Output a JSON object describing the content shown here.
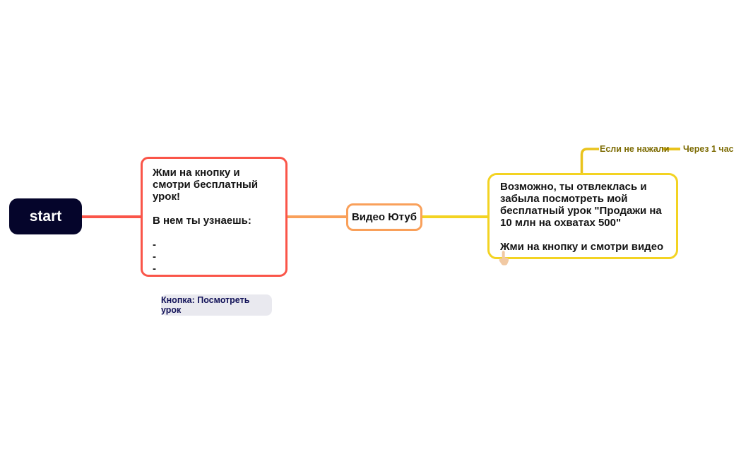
{
  "nodes": {
    "start": {
      "label": "start"
    },
    "lesson_message": {
      "text": "Жми на кнопку и смотри бесплатный урок!\n\nВ нем ты узнаешь:\n\n-\n-\n-",
      "button_label": "Кнопка: Посмотреть урок"
    },
    "video": {
      "label": "Видео Ютуб"
    },
    "reminder_message": {
      "text": "Возможно, ты отвлеклась и забыла посмотреть мой бесплатный урок \"Продажи на 10 млн на охватах 500\"\n\nЖми на кнопку и смотри видео"
    }
  },
  "branch": {
    "condition_label": "Если не нажали",
    "delay_label": "Через 1 час"
  },
  "icons": {
    "hand_cursor": "hand-cursor-icon"
  },
  "colors": {
    "start_bg": "#05052b",
    "edge_red": "#fa5549",
    "edge_orange": "#f9a05a",
    "edge_yellow": "#f3d322",
    "branch_yellow": "#e9c31c",
    "label_olive": "#7d6c04",
    "chip_bg": "#e9e9ef",
    "chip_text": "#14145a",
    "cursor_tan": "#f1c9a3",
    "canvas_bg": "#ffffff"
  }
}
